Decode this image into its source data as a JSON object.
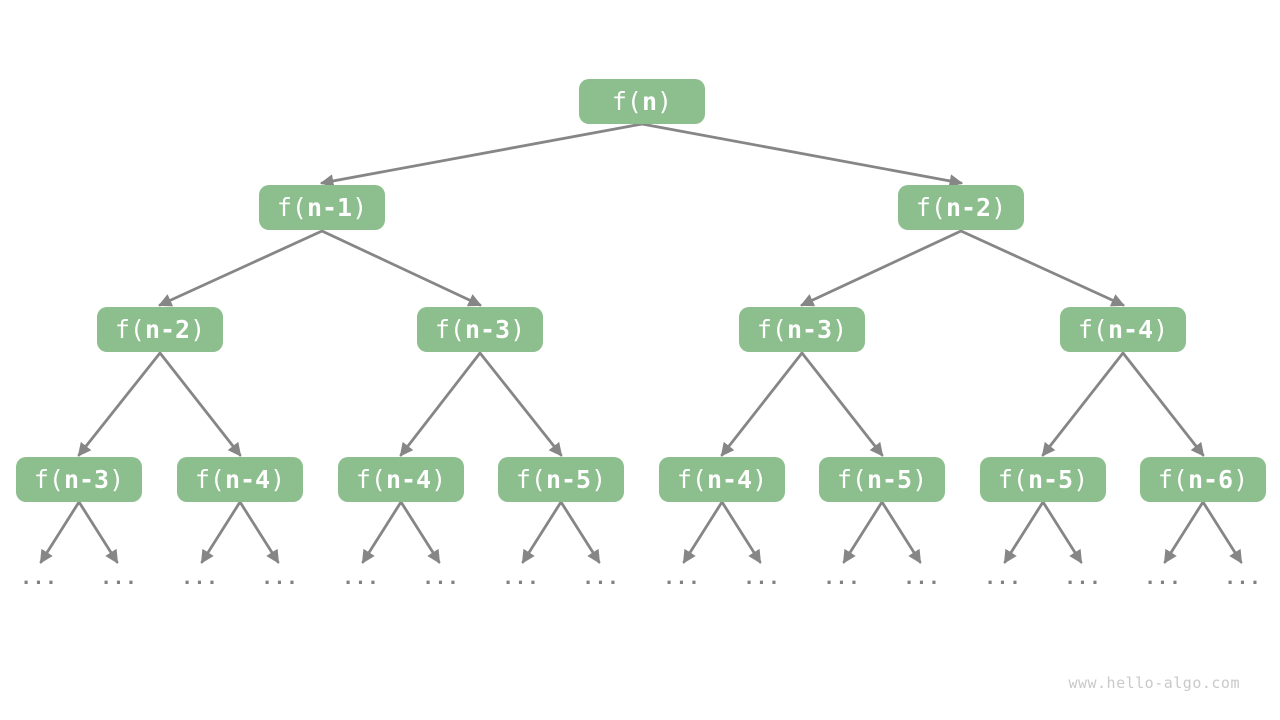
{
  "colors": {
    "node_fill": "#8DBE8E",
    "node_text": "#FFFFFF",
    "arrow": "#868686",
    "ellipsis": "#818181",
    "watermark": "#C9C9C9"
  },
  "ellipsis_label": "...",
  "watermark": "www.hello-algo.com",
  "nodes": [
    {
      "label": "f(n)",
      "pre": "f(",
      "mid": "n",
      "post": ")"
    },
    {
      "label": "f(n-1)",
      "pre": "f(",
      "mid": "n-1",
      "post": ")"
    },
    {
      "label": "f(n-2)",
      "pre": "f(",
      "mid": "n-2",
      "post": ")"
    },
    {
      "label": "f(n-2)",
      "pre": "f(",
      "mid": "n-2",
      "post": ")"
    },
    {
      "label": "f(n-3)",
      "pre": "f(",
      "mid": "n-3",
      "post": ")"
    },
    {
      "label": "f(n-3)",
      "pre": "f(",
      "mid": "n-3",
      "post": ")"
    },
    {
      "label": "f(n-4)",
      "pre": "f(",
      "mid": "n-4",
      "post": ")"
    },
    {
      "label": "f(n-3)",
      "pre": "f(",
      "mid": "n-3",
      "post": ")"
    },
    {
      "label": "f(n-4)",
      "pre": "f(",
      "mid": "n-4",
      "post": ")"
    },
    {
      "label": "f(n-4)",
      "pre": "f(",
      "mid": "n-4",
      "post": ")"
    },
    {
      "label": "f(n-5)",
      "pre": "f(",
      "mid": "n-5",
      "post": ")"
    },
    {
      "label": "f(n-4)",
      "pre": "f(",
      "mid": "n-4",
      "post": ")"
    },
    {
      "label": "f(n-5)",
      "pre": "f(",
      "mid": "n-5",
      "post": ")"
    },
    {
      "label": "f(n-5)",
      "pre": "f(",
      "mid": "n-5",
      "post": ")"
    },
    {
      "label": "f(n-6)",
      "pre": "f(",
      "mid": "n-6",
      "post": ")"
    }
  ]
}
